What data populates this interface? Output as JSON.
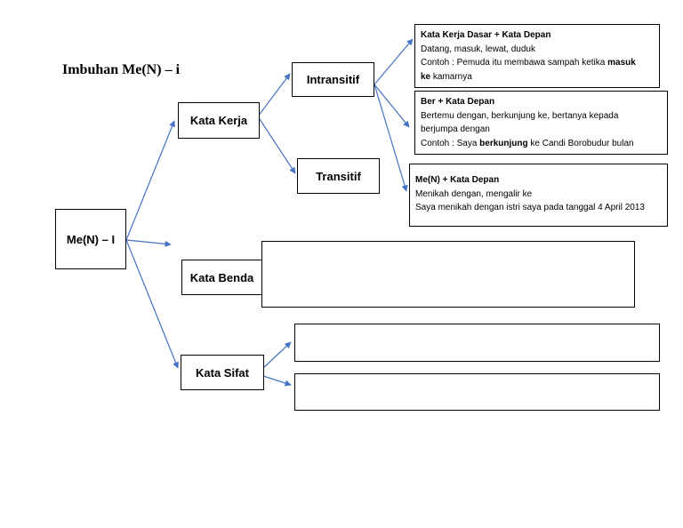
{
  "title": "Imbuhan Me(N) – i",
  "nodes": {
    "root": "Me(N) – I",
    "kata_kerja": "Kata Kerja",
    "intransitif": "Intransitif",
    "transitif": "Transitif",
    "kata_benda": "Kata Benda",
    "kata_sifat": "Kata Sifat"
  },
  "boxes": {
    "kata_kerja_dasar": {
      "heading": "Kata Kerja Dasar + Kata Depan",
      "line1": "Datang, masuk, lewat, duduk",
      "line2_pre": "Contoh : Pemuda itu membawa sampah ketika ",
      "line2_bold": "masuk",
      "line3_bold": "ke",
      "line3_post": " kamarnya"
    },
    "ber": {
      "heading": "Ber + Kata Depan",
      "line1": "Bertemu dengan, berkunjung ke, bertanya kepada",
      "line2": "berjumpa dengan",
      "line3_pre": "Contoh : Saya ",
      "line3_bold": "berkunjung",
      "line3_post": " ke Candi Borobudur bulan"
    },
    "men": {
      "heading": "Me(N) + Kata Depan",
      "line1": "Menikah dengan, mengalir ke",
      "line2": "Saya menikah dengan istri saya pada tanggal 4 April 2013"
    }
  },
  "colors": {
    "arrow": "#4472C4",
    "border": "#000000"
  }
}
